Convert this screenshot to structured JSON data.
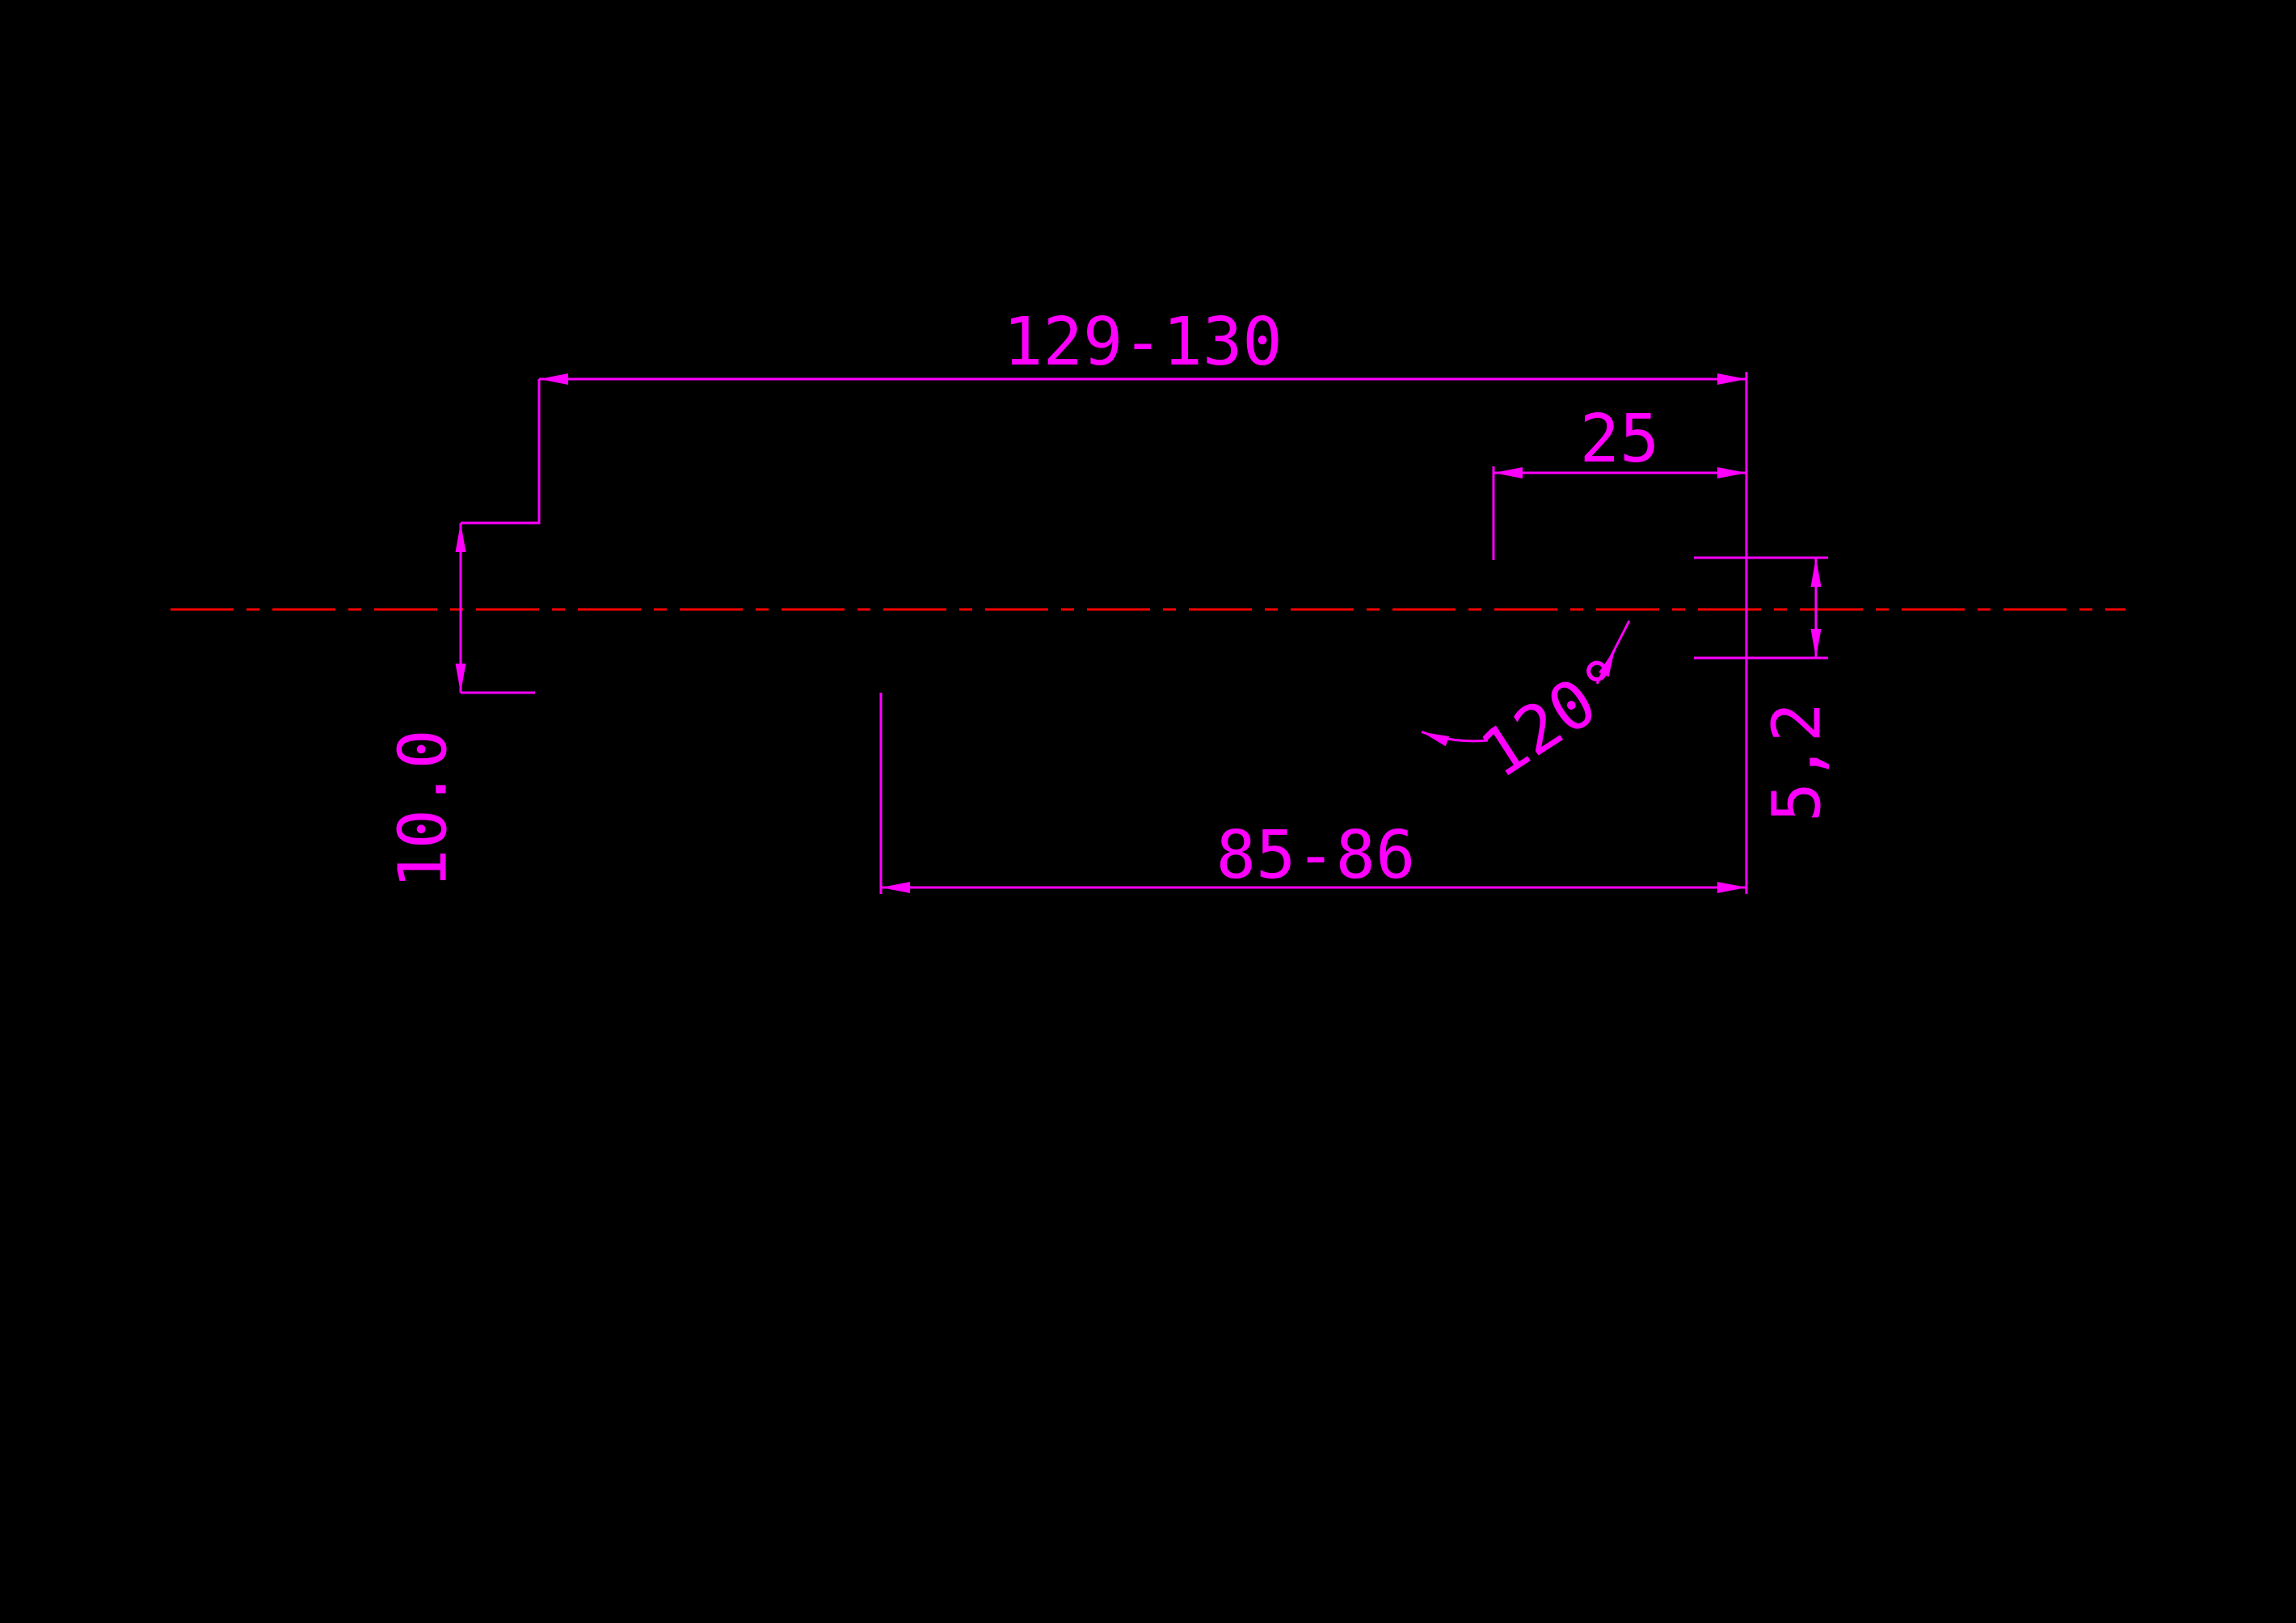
{
  "drawing": {
    "dimensions": {
      "overall_length": "129-130",
      "end_length": "25",
      "step_depth": "10.0",
      "tip_diameter": "5,2",
      "chamfer_angle": "120°",
      "groove_length": "85-86"
    },
    "colors": {
      "dimension_color": "#ff00ff",
      "centerline_color": "#ff0000",
      "background_color": "#000000"
    }
  }
}
